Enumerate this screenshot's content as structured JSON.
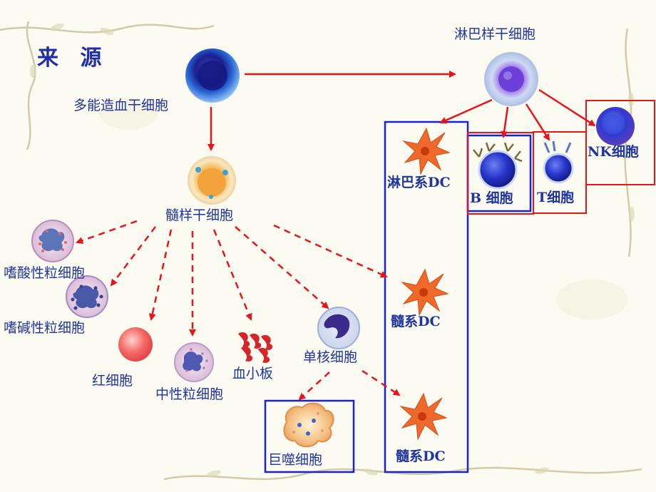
{
  "title": "来 源",
  "cells": {
    "hsc": "多能造血干细胞",
    "myeloid_stem": "髓样干细胞",
    "lymphoid_stem": "淋巴样干细胞",
    "eosinophil": "嗜酸性粒细胞",
    "basophil": "嗜碱性粒细胞",
    "rbc": "红细胞",
    "neutrophil": "中性粒细胞",
    "platelet": "血小板",
    "monocyte": "单核细胞",
    "macrophage": "巨噬细胞",
    "myeloid_dc_1": "髓系DC",
    "myeloid_dc_2": "髓系DC",
    "lymphoid_dc": "淋巴系DC",
    "b_cell": "B 细胞",
    "t_cell": "T细胞",
    "nk_cell": "NK细胞"
  },
  "colors": {
    "label": "#1f34a0",
    "arrow": "#e8141c",
    "blue_box": "#1a22d6",
    "red_box": "#e8141c"
  },
  "icons": [
    "hematopoietic-stem-cell-icon",
    "lymphoid-stem-cell-icon",
    "myeloid-stem-cell-icon",
    "eosinophil-icon",
    "basophil-icon",
    "red-blood-cell-icon",
    "neutrophil-icon",
    "platelet-icon",
    "monocyte-icon",
    "macrophage-icon",
    "dendritic-cell-icon",
    "b-cell-icon",
    "t-cell-icon",
    "nk-cell-icon"
  ]
}
